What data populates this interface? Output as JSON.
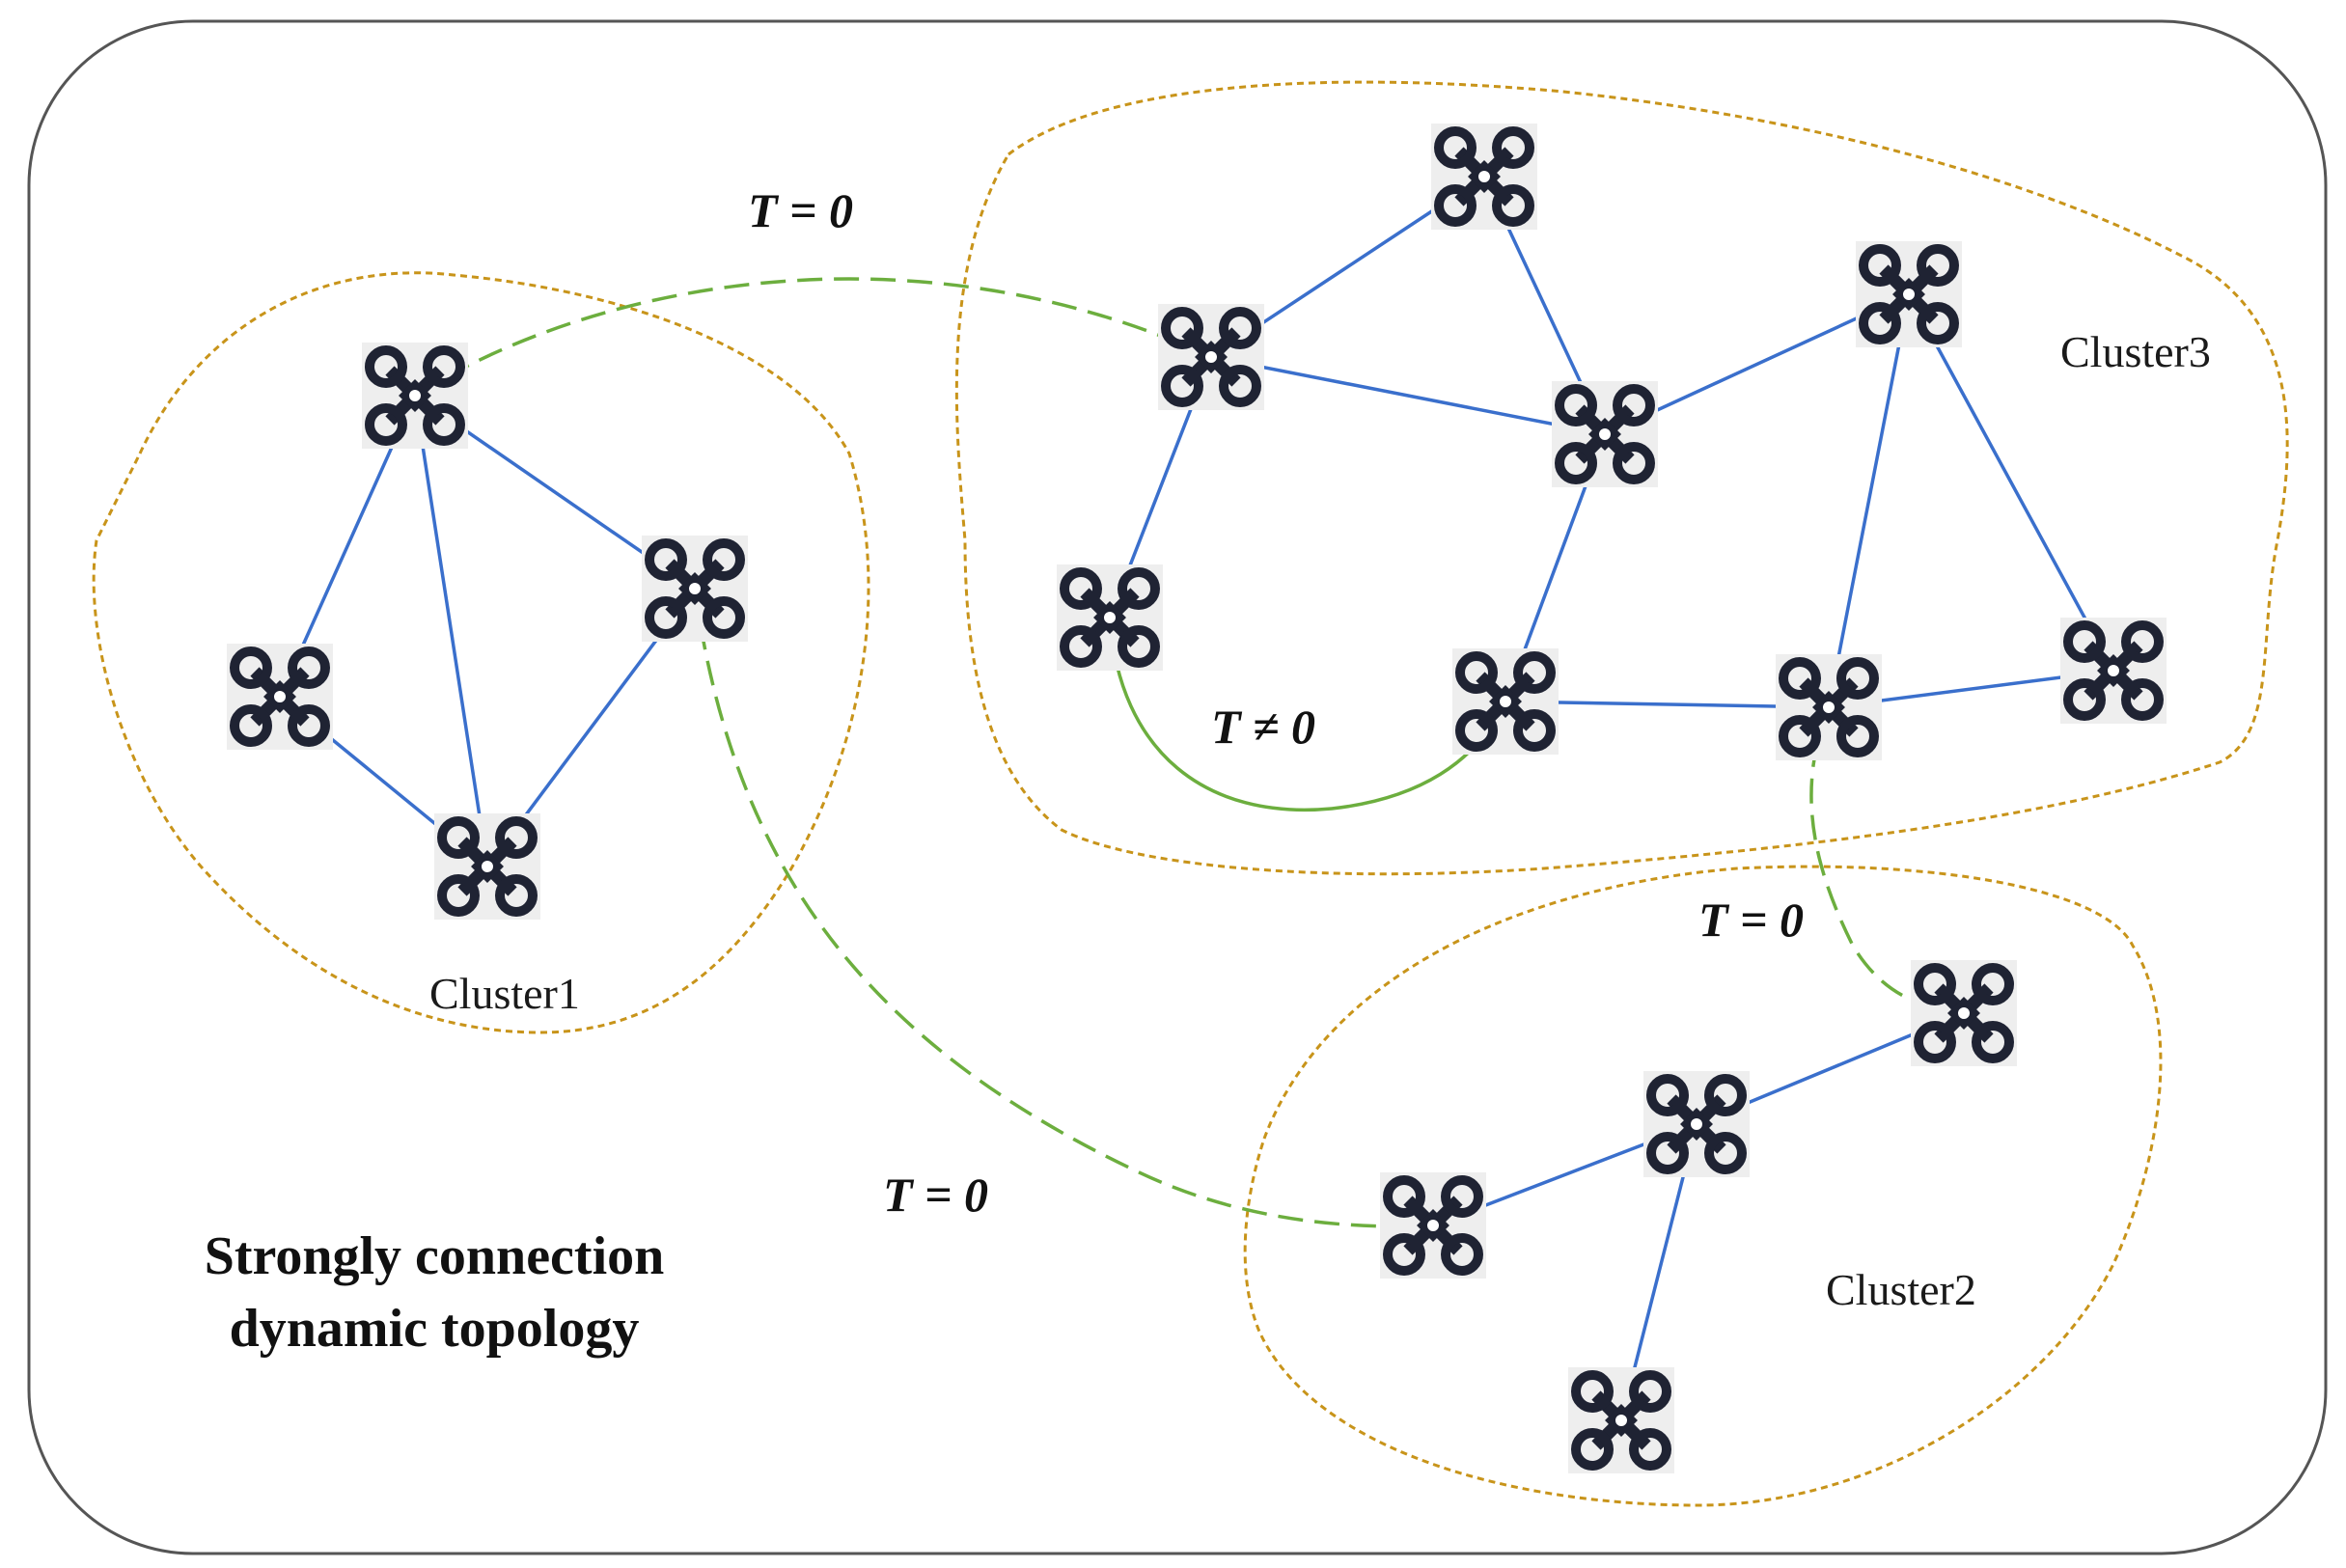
{
  "title": {
    "line1": "Strongly connection",
    "line2": "dynamic topology"
  },
  "clusters": [
    {
      "label": "Cluster1"
    },
    {
      "label": "Cluster2"
    },
    {
      "label": "Cluster3"
    }
  ],
  "link_labels": {
    "top": "T = 0",
    "bottom": "T = 0",
    "right": "T = 0",
    "inner": "T ≠ 0"
  },
  "icon": "quadcopter-drone-icon",
  "colors": {
    "intra_cluster_link": "#3a6fcc",
    "inter_cluster_link": "#6cae3e",
    "cluster_boundary": "#c8941a",
    "drone": "#1f2333"
  }
}
